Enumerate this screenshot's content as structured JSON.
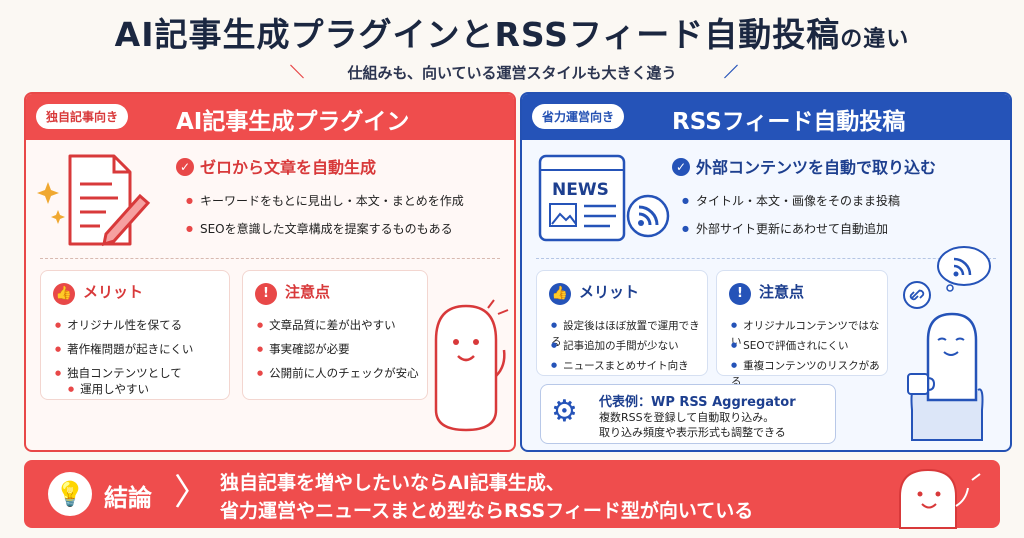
{
  "title": {
    "main": "AI記事生成プラグインとRSSフィード自動投稿",
    "suffix": "の違い"
  },
  "subtitle": "仕組みも、向いている運営スタイルも大きく違う",
  "left": {
    "tag": "独自記事向き",
    "heading": "AI記事生成プラグイン",
    "main_head": "ゼロから文章を自動生成",
    "bullets": [
      "キーワードをもとに見出し・本文・まとめを作成",
      "SEOを意識した文章構成を提案するものもある"
    ],
    "merit": {
      "title": "メリット",
      "items": [
        "オリジナル性を保てる",
        "著作権問題が起きにくい",
        "独自コンテンツとして",
        "運用しやすい"
      ]
    },
    "caution": {
      "title": "注意点",
      "items": [
        "文章品質に差が出やすい",
        "事実確認が必要",
        "公開前に人のチェックが安心"
      ]
    }
  },
  "right": {
    "tag": "省力運営向き",
    "heading": "RSSフィード自動投稿",
    "main_head": "外部コンテンツを自動で取り込む",
    "news_label": "NEWS",
    "bullets": [
      "タイトル・本文・画像をそのまま投稿",
      "外部サイト更新にあわせて自動追加"
    ],
    "merit": {
      "title": "メリット",
      "items": [
        "設定後はほぼ放置で運用できる",
        "記事追加の手間が少ない",
        "ニュースまとめサイト向き"
      ]
    },
    "caution": {
      "title": "注意点",
      "items": [
        "オリジナルコンテンツではない",
        "SEOで評価されにくい",
        "重複コンテンツのリスクがある"
      ]
    },
    "example": {
      "title": "代表例：WP RSS Aggregator",
      "lines": [
        "複数RSSを登録して自動取り込み。",
        "取り込み頻度や表示形式も調整できる"
      ]
    }
  },
  "conclusion": {
    "label": "結論",
    "line1": "独自記事を増やしたいならAI記事生成、",
    "line2": "省力運営やニュースまとめ型ならRSSフィード型が向いている"
  },
  "colors": {
    "red": "#ef4d4d",
    "blue": "#2553b8",
    "navy": "#1b2740"
  },
  "icons": [
    "document-pen-icon",
    "sparkle-icon",
    "news-page-icon",
    "rss-icon",
    "thumbs-up-icon",
    "exclamation-icon",
    "gear-icon",
    "link-icon",
    "lightbulb-icon",
    "mascot-icon"
  ]
}
